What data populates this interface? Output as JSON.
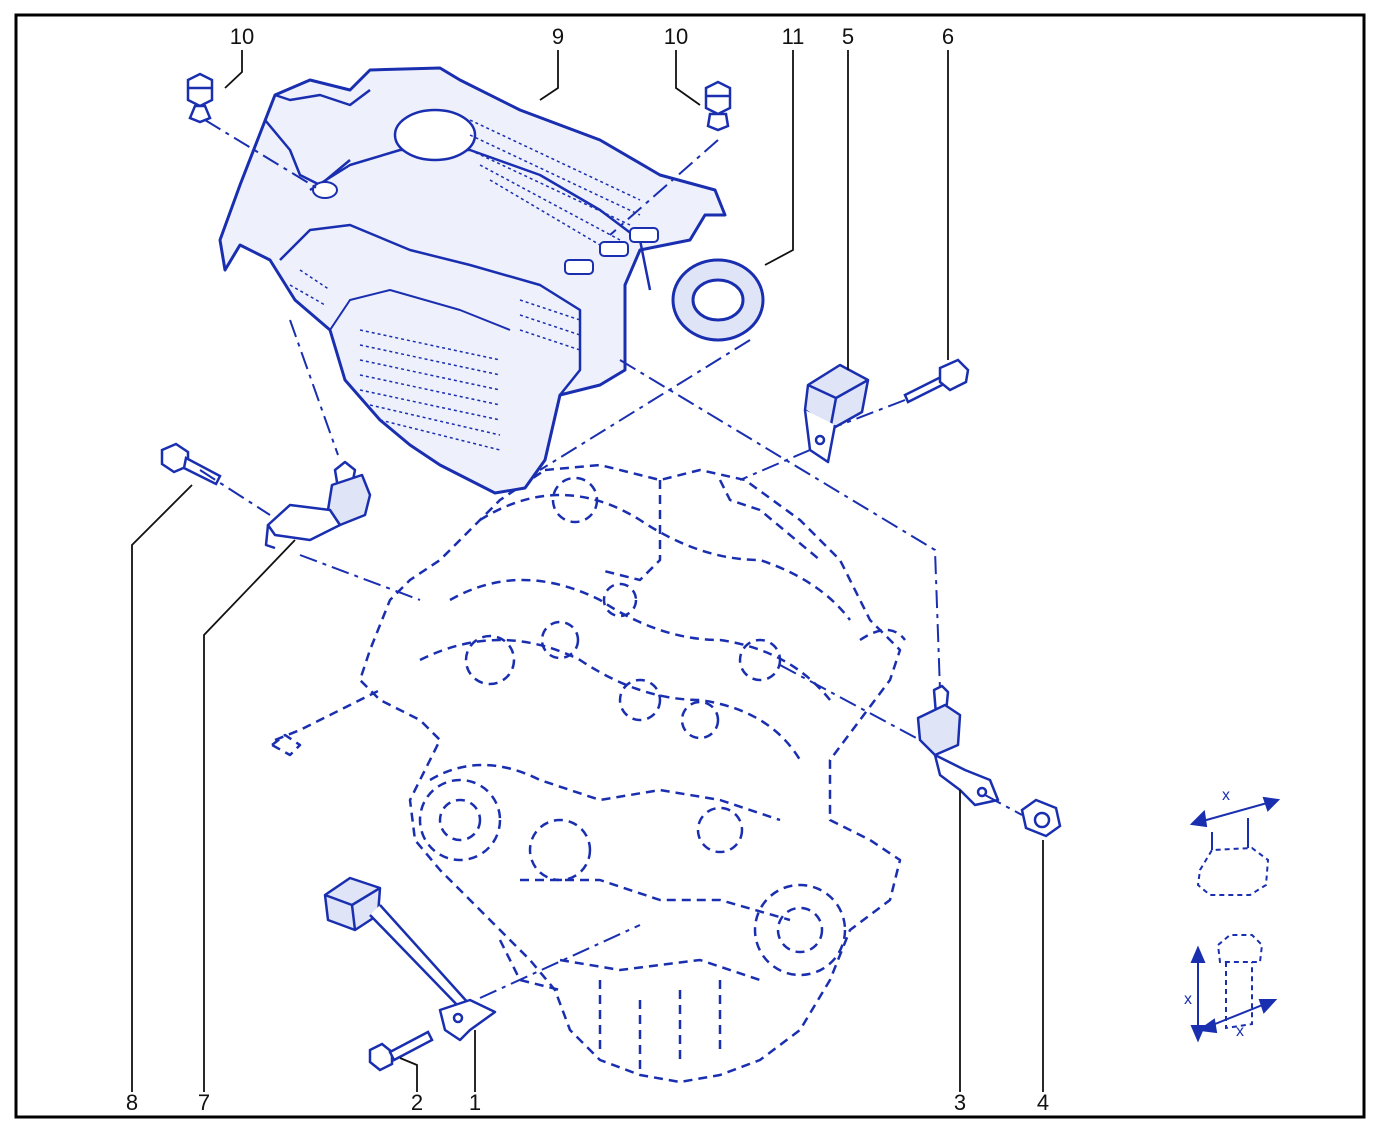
{
  "diagram": {
    "callouts": {
      "c10a": "10",
      "c9": "9",
      "c10b": "10",
      "c11": "11",
      "c5": "5",
      "c6": "6",
      "c8": "8",
      "c7": "7",
      "c2": "2",
      "c1": "1",
      "c3": "3",
      "c4": "4"
    },
    "dimension_symbols": {
      "nut_width": "x",
      "bolt_length": "x",
      "bolt_diameter": "x"
    }
  },
  "colors": {
    "line_art": "#1a2fb0",
    "shading": "#dfe4f7",
    "frame": "#000000",
    "leader": "#111111"
  }
}
